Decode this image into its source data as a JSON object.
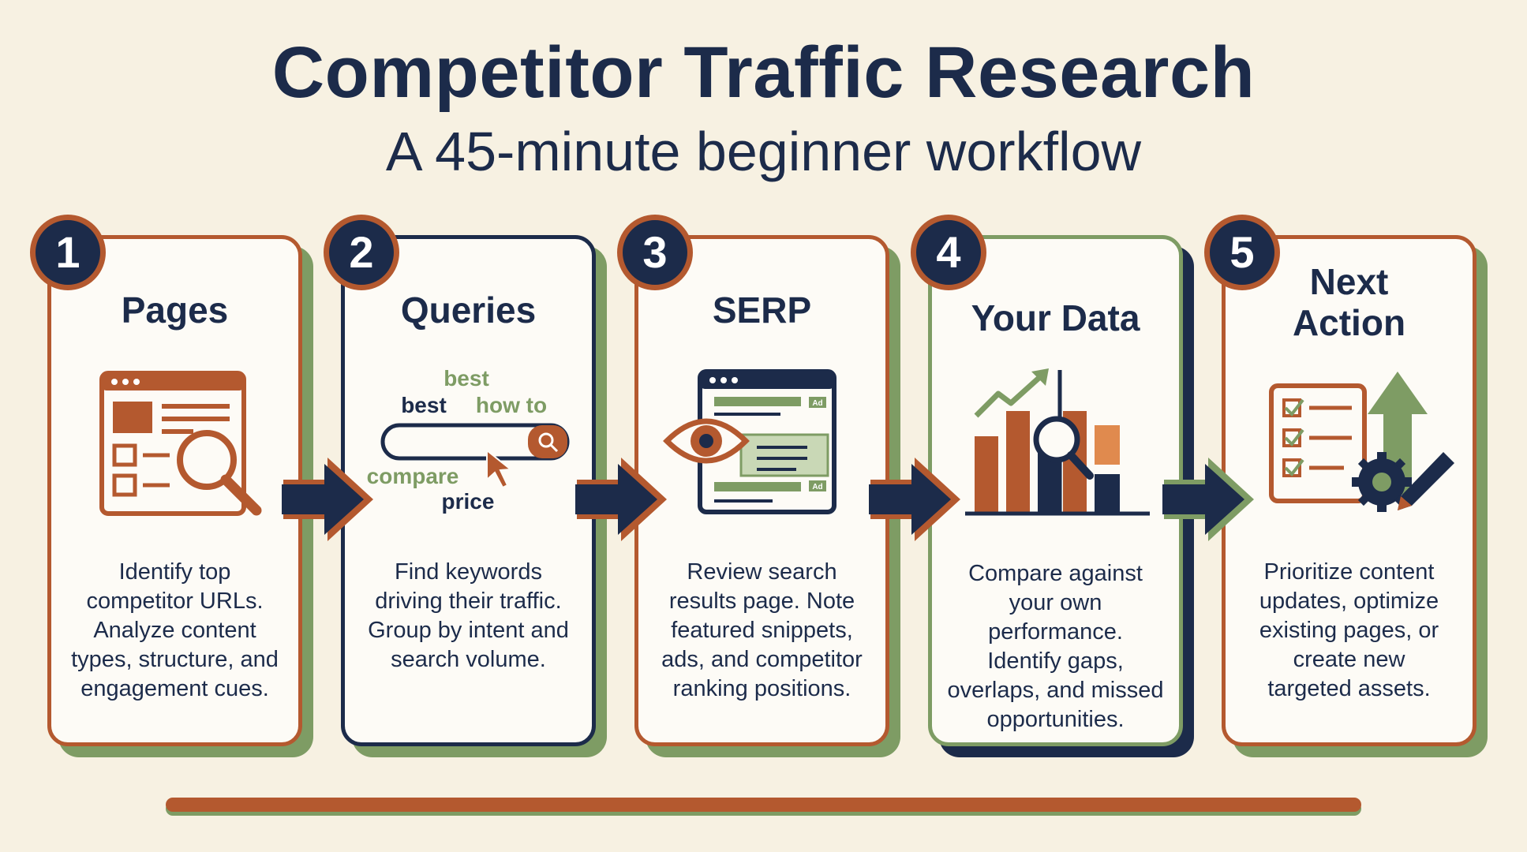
{
  "header": {
    "title": "Competitor Traffic Research",
    "subtitle": "A 45-minute beginner workflow"
  },
  "colors": {
    "navy": "#1c2b4a",
    "rust": "#b4592f",
    "green": "#7e9c64",
    "background": "#f7f1e2"
  },
  "steps": [
    {
      "number": "1",
      "title": "Pages",
      "icon": "webpage-magnifier-icon",
      "body": "Identify top\ncompetitor URLs.\nAnalyze content\ntypes, structure, and\nengagement cues."
    },
    {
      "number": "2",
      "title": "Queries",
      "icon": "search-bar-icon",
      "keywords": [
        "best",
        "best",
        "how to",
        "compare",
        "price"
      ],
      "body": "Find keywords\ndriving their traffic.\nGroup by intent and\nsearch volume."
    },
    {
      "number": "3",
      "title": "SERP",
      "icon": "serp-eye-icon",
      "ad_label": "Ad",
      "body": "Review search\nresults page. Note\nfeatured snippets,\nads, and competitor\nranking positions."
    },
    {
      "number": "4",
      "title": "Your Data",
      "icon": "bar-chart-magnifier-icon",
      "body": "Compare against\nyour own\nperformance.\nIdentify gaps,\noverlaps, and missed\nopportunities."
    },
    {
      "number": "5",
      "title": "Next\nAction",
      "icon": "checklist-gear-icon",
      "body": "Prioritize content\nupdates, optimize\nexisting pages, or\ncreate new\ntargeted assets."
    }
  ]
}
